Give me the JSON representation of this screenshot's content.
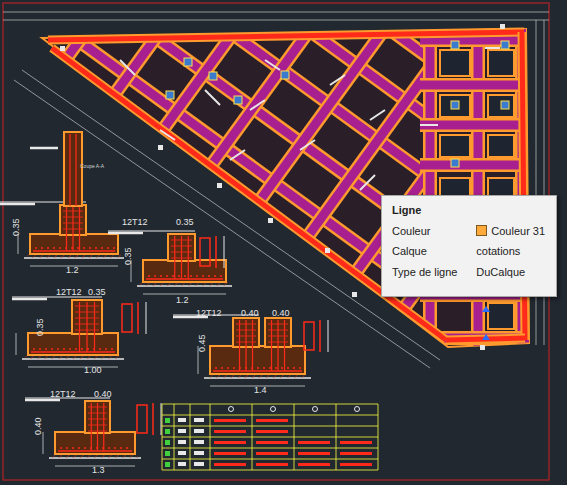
{
  "diagram": {
    "nodes": [
      {
        "text": [
          "Ligne",
          "Couleur",
          "Couleur 31",
          "Calque",
          "cotations",
          "Type de ligne",
          "DuCalque"
        ]
      }
    ],
    "labels": [
      "Coupe A-A",
      "0.35",
      "1.2",
      "12T12",
      "0.35",
      "0.35",
      "1.2",
      "12T12",
      "0.35",
      "0.35",
      "1.00",
      "12T12",
      "0.40",
      "0.40",
      "0.45",
      "1.4",
      "12T12",
      "0.40",
      "0.40",
      "1.3"
    ]
  }
}
